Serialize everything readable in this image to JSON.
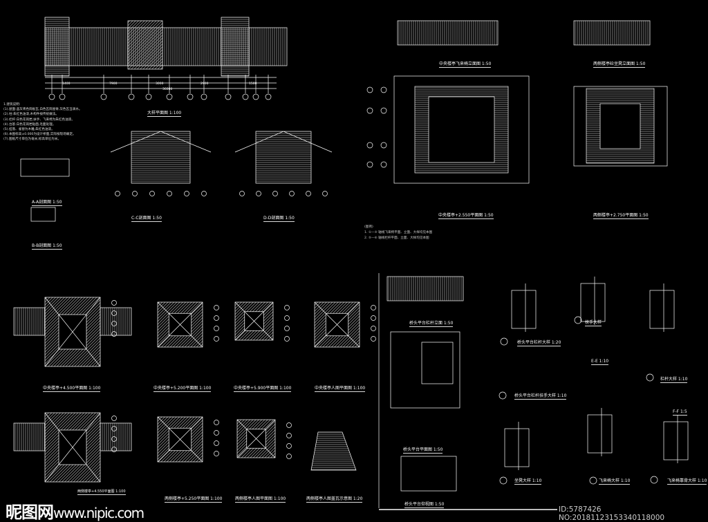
{
  "notes": {
    "heading": "1.建筑说明:",
    "lines": [
      "(1).屋面:盖灰青色筒板瓦,白色瓦筒屋脊,灰色瓦当滴水。",
      "(2).柱:朱红色油漆,木构件按传统做法。",
      "(3).栏杆:白色花岗岩,扶手、飞来椅为朱红色油漆。",
      "(4).台基:白色花岗岩贴面,毛面处理。",
      "(5).挂落、雀替为木雕,朱红色油漆。",
      "(6).本图标高±0.000为设计桥面,实际按现场确定。",
      "(7).图纸尺寸单位为毫米,标高单位为米。"
    ]
  },
  "titles": {
    "plan_main": "大样平面图  1:100",
    "elev_center": "中央楼亭飞来椅立面图  1:50",
    "elev_side": "两侧楼亭砼坐凳立面图  1:50",
    "plan_center_2550": "中央楼亭+2.550平面图  1:50",
    "plan_side_2750": "两侧楼亭+2.750平面图  1:50",
    "sec_cc": "C-C剖面图  1:50",
    "sec_dd": "D-D剖面图  1:50",
    "sec_aa": "A-A剖面图  1:50",
    "sec_bb": "B-B剖面图  1:50",
    "c4500": "中央楼亭+4.500平面图  1:100",
    "c5200": "中央楼亭+5.200平面图  1:100",
    "c5900": "中央楼亭+5.900平面图  1:100",
    "croof": "中央楼亭人图平面图  1:100",
    "s4550": "两侧楼亭+4.550平面图  1:100",
    "s5250": "两侧楼亭+5.250平面图  1:100",
    "sroof": "两侧楼亭人图平面图  1:100",
    "tile": "两侧楼亭人图盖瓦示意图  1:20",
    "rail_elev": "桥头平台栏杆立面  1:50",
    "rail_plan": "桥头平台平面图  1:50",
    "rail_bottom": "桥头平台仰视图  1:50",
    "d1": "桥头平台栏杆大样  1:20",
    "d2": "桥头平台栏杆扶手大样  1:10",
    "d3": "栏杆大样  1:10",
    "d4": "扶手大样",
    "d5": "飞来椅大样  1:10",
    "d6": "飞来椅靠背大样  1:10",
    "d7": "坐凳大样  1:10",
    "ee": "E-E  1:10",
    "ff": "F-F  1:5"
  },
  "dims": {
    "total": "36000",
    "a": "1400",
    "b": "2900",
    "c": "3000",
    "d": "7900",
    "e": "1500"
  },
  "legend": {
    "heading": "(图例)",
    "l1": "1. ①—⑤ 轴线飞来椅平面、立面、大样均见本图",
    "l2": "2. ⑤—⑥ 轴线栏杆平面、立面、大样均见本图"
  },
  "watermark": {
    "site_cn": "昵图网",
    "url": "www.nipic.com",
    "id": "ID:5787426 NO:20181123153340118000"
  },
  "colors": {
    "bg": "#000000",
    "line": "#ffffff"
  }
}
